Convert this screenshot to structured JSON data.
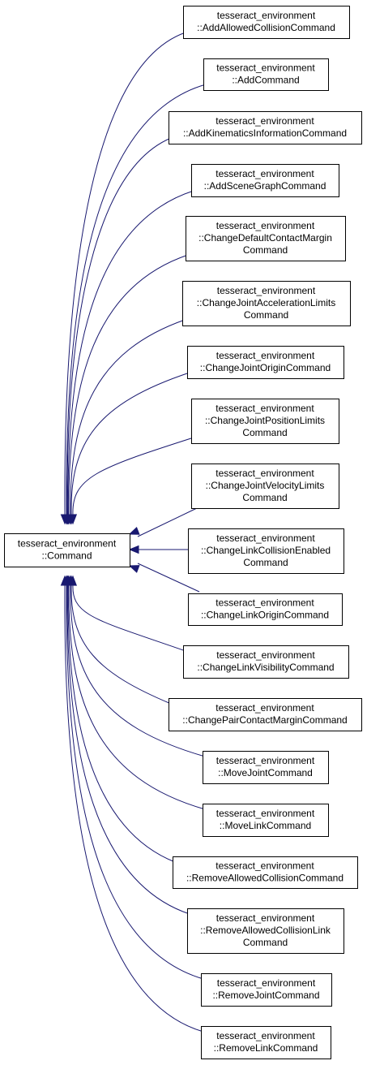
{
  "diagram": {
    "edge_color": "#191970",
    "base_node": {
      "id": "command",
      "lines": [
        "tesseract_environment",
        "::Command"
      ]
    },
    "derived_nodes": [
      {
        "id": "add-allowed-collision-command",
        "lines": [
          "tesseract_environment",
          "::AddAllowedCollisionCommand"
        ]
      },
      {
        "id": "add-command",
        "lines": [
          "tesseract_environment",
          "::AddCommand"
        ]
      },
      {
        "id": "add-kinematics-information-command",
        "lines": [
          "tesseract_environment",
          "::AddKinematicsInformationCommand"
        ]
      },
      {
        "id": "add-scene-graph-command",
        "lines": [
          "tesseract_environment",
          "::AddSceneGraphCommand"
        ]
      },
      {
        "id": "change-default-contact-margin-command",
        "lines": [
          "tesseract_environment",
          "::ChangeDefaultContactMargin",
          "Command"
        ]
      },
      {
        "id": "change-joint-acceleration-limits-command",
        "lines": [
          "tesseract_environment",
          "::ChangeJointAccelerationLimits",
          "Command"
        ]
      },
      {
        "id": "change-joint-origin-command",
        "lines": [
          "tesseract_environment",
          "::ChangeJointOriginCommand"
        ]
      },
      {
        "id": "change-joint-position-limits-command",
        "lines": [
          "tesseract_environment",
          "::ChangeJointPositionLimits",
          "Command"
        ]
      },
      {
        "id": "change-joint-velocity-limits-command",
        "lines": [
          "tesseract_environment",
          "::ChangeJointVelocityLimits",
          "Command"
        ]
      },
      {
        "id": "change-link-collision-enabled-command",
        "lines": [
          "tesseract_environment",
          "::ChangeLinkCollisionEnabled",
          "Command"
        ]
      },
      {
        "id": "change-link-origin-command",
        "lines": [
          "tesseract_environment",
          "::ChangeLinkOriginCommand"
        ]
      },
      {
        "id": "change-link-visibility-command",
        "lines": [
          "tesseract_environment",
          "::ChangeLinkVisibilityCommand"
        ]
      },
      {
        "id": "change-pair-contact-margin-command",
        "lines": [
          "tesseract_environment",
          "::ChangePairContactMarginCommand"
        ]
      },
      {
        "id": "move-joint-command",
        "lines": [
          "tesseract_environment",
          "::MoveJointCommand"
        ]
      },
      {
        "id": "move-link-command",
        "lines": [
          "tesseract_environment",
          "::MoveLinkCommand"
        ]
      },
      {
        "id": "remove-allowed-collision-command",
        "lines": [
          "tesseract_environment",
          "::RemoveAllowedCollisionCommand"
        ]
      },
      {
        "id": "remove-allowed-collision-link-command",
        "lines": [
          "tesseract_environment",
          "::RemoveAllowedCollisionLink",
          "Command"
        ]
      },
      {
        "id": "remove-joint-command",
        "lines": [
          "tesseract_environment",
          "::RemoveJointCommand"
        ]
      },
      {
        "id": "remove-link-command",
        "lines": [
          "tesseract_environment",
          "::RemoveLinkCommand"
        ]
      }
    ]
  }
}
